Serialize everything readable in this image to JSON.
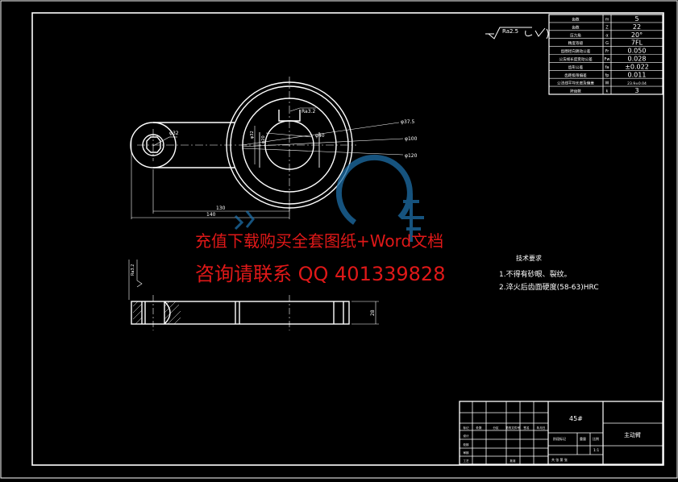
{
  "params_table": {
    "rows": [
      {
        "name": "齿数",
        "sym": "m",
        "value": "5"
      },
      {
        "name": "齿数",
        "sym": "Z",
        "value": "22"
      },
      {
        "name": "压力角",
        "sym": "α",
        "value": "20°"
      },
      {
        "name": "精度等级",
        "sym": "G",
        "value": "7FL"
      },
      {
        "name": "齿圈径向跳动公差",
        "sym": "Fr",
        "value": "0.050"
      },
      {
        "name": "公法线长度变动公差",
        "sym": "Fw",
        "value": "0.028"
      },
      {
        "name": "齿形公差",
        "sym": "fa",
        "value": "±0.022"
      },
      {
        "name": "齿距极限偏差",
        "sym": "fp",
        "value": "0.011"
      },
      {
        "name": "公法线平均长度及偏差",
        "sym": "W",
        "value": "23.9±0.04"
      },
      {
        "name": "跨齿数",
        "sym": "k",
        "value": "3"
      }
    ]
  },
  "roughness": {
    "general": "Ra2.5",
    "keyway": "Ra3.2",
    "side": "Ra3.2"
  },
  "dimensions": {
    "d1": "φ37.5",
    "d2": "φ100",
    "d3": "φ120",
    "d4": "φ40",
    "d5": "φ32",
    "d6": "φ32",
    "d7": "φ20",
    "length1": "130",
    "length2": "140",
    "thickness": "28"
  },
  "tech_req": {
    "title": "技术要求",
    "items": [
      "1.不得有砂眼、裂纹。",
      "2.淬火后齿面硬度(58-63)HRC"
    ]
  },
  "title_block": {
    "material": "45#",
    "part_name": "主动臂",
    "scale": "1:1",
    "headers": [
      "标记",
      "处数",
      "分区",
      "更改文件号",
      "签名",
      "年月日"
    ],
    "labels": [
      "设计",
      "校核",
      "审核",
      "工艺",
      "批准"
    ],
    "stage_label": "阶段标记",
    "weight_label": "重量",
    "scale_label": "比例",
    "sheet_text": "共  张  第  张"
  },
  "watermark": {
    "line1": "充值下载购买全套图纸+Word文档",
    "line2": "咨询请联系 QQ 401339828"
  },
  "colors": {
    "background": "#000000",
    "lines": "#ffffff",
    "watermark_text": "#e01818",
    "watermark_logo": "#1e6fa8"
  }
}
